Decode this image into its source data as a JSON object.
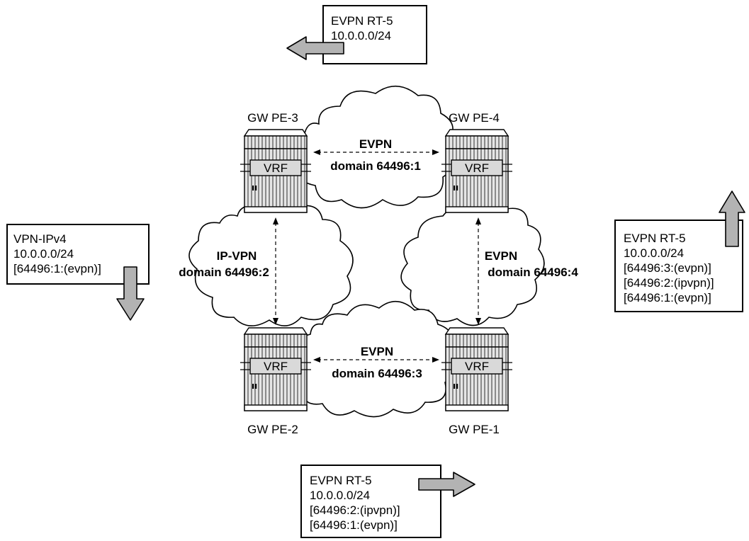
{
  "routers": [
    {
      "label": "GW PE-3",
      "vrf": "VRF"
    },
    {
      "label": "GW PE-4",
      "vrf": "VRF"
    },
    {
      "label": "GW PE-2",
      "vrf": "VRF"
    },
    {
      "label": "GW PE-1",
      "vrf": "VRF"
    }
  ],
  "domains": [
    {
      "line1": "EVPN",
      "line2": "domain 64496:1"
    },
    {
      "line1": "IP-VPN",
      "line2": "domain 64496:2"
    },
    {
      "line1": "EVPN",
      "line2": "domain 64496:4"
    },
    {
      "line1": "EVPN",
      "line2": "domain 64496:3"
    }
  ],
  "route_boxes": [
    {
      "lines": [
        "EVPN RT-5",
        "10.0.0.0/24"
      ]
    },
    {
      "lines": [
        "VPN-IPv4",
        "10.0.0.0/24",
        "[64496:1:(evpn)]"
      ]
    },
    {
      "lines": [
        "EVPN RT-5",
        "10.0.0.0/24",
        "[64496:3:(evpn)]",
        "[64496:2:(ipvpn)]",
        "[64496:1:(evpn)]"
      ]
    },
    {
      "lines": [
        "EVPN RT-5",
        "10.0.0.0/24",
        "[64496:2:(ipvpn)]",
        "[64496:1:(evpn)]"
      ]
    }
  ],
  "colors": {
    "arrow_fill": "#b3b3b3",
    "router_fill": "#e6e6e6",
    "line": "#000000"
  }
}
